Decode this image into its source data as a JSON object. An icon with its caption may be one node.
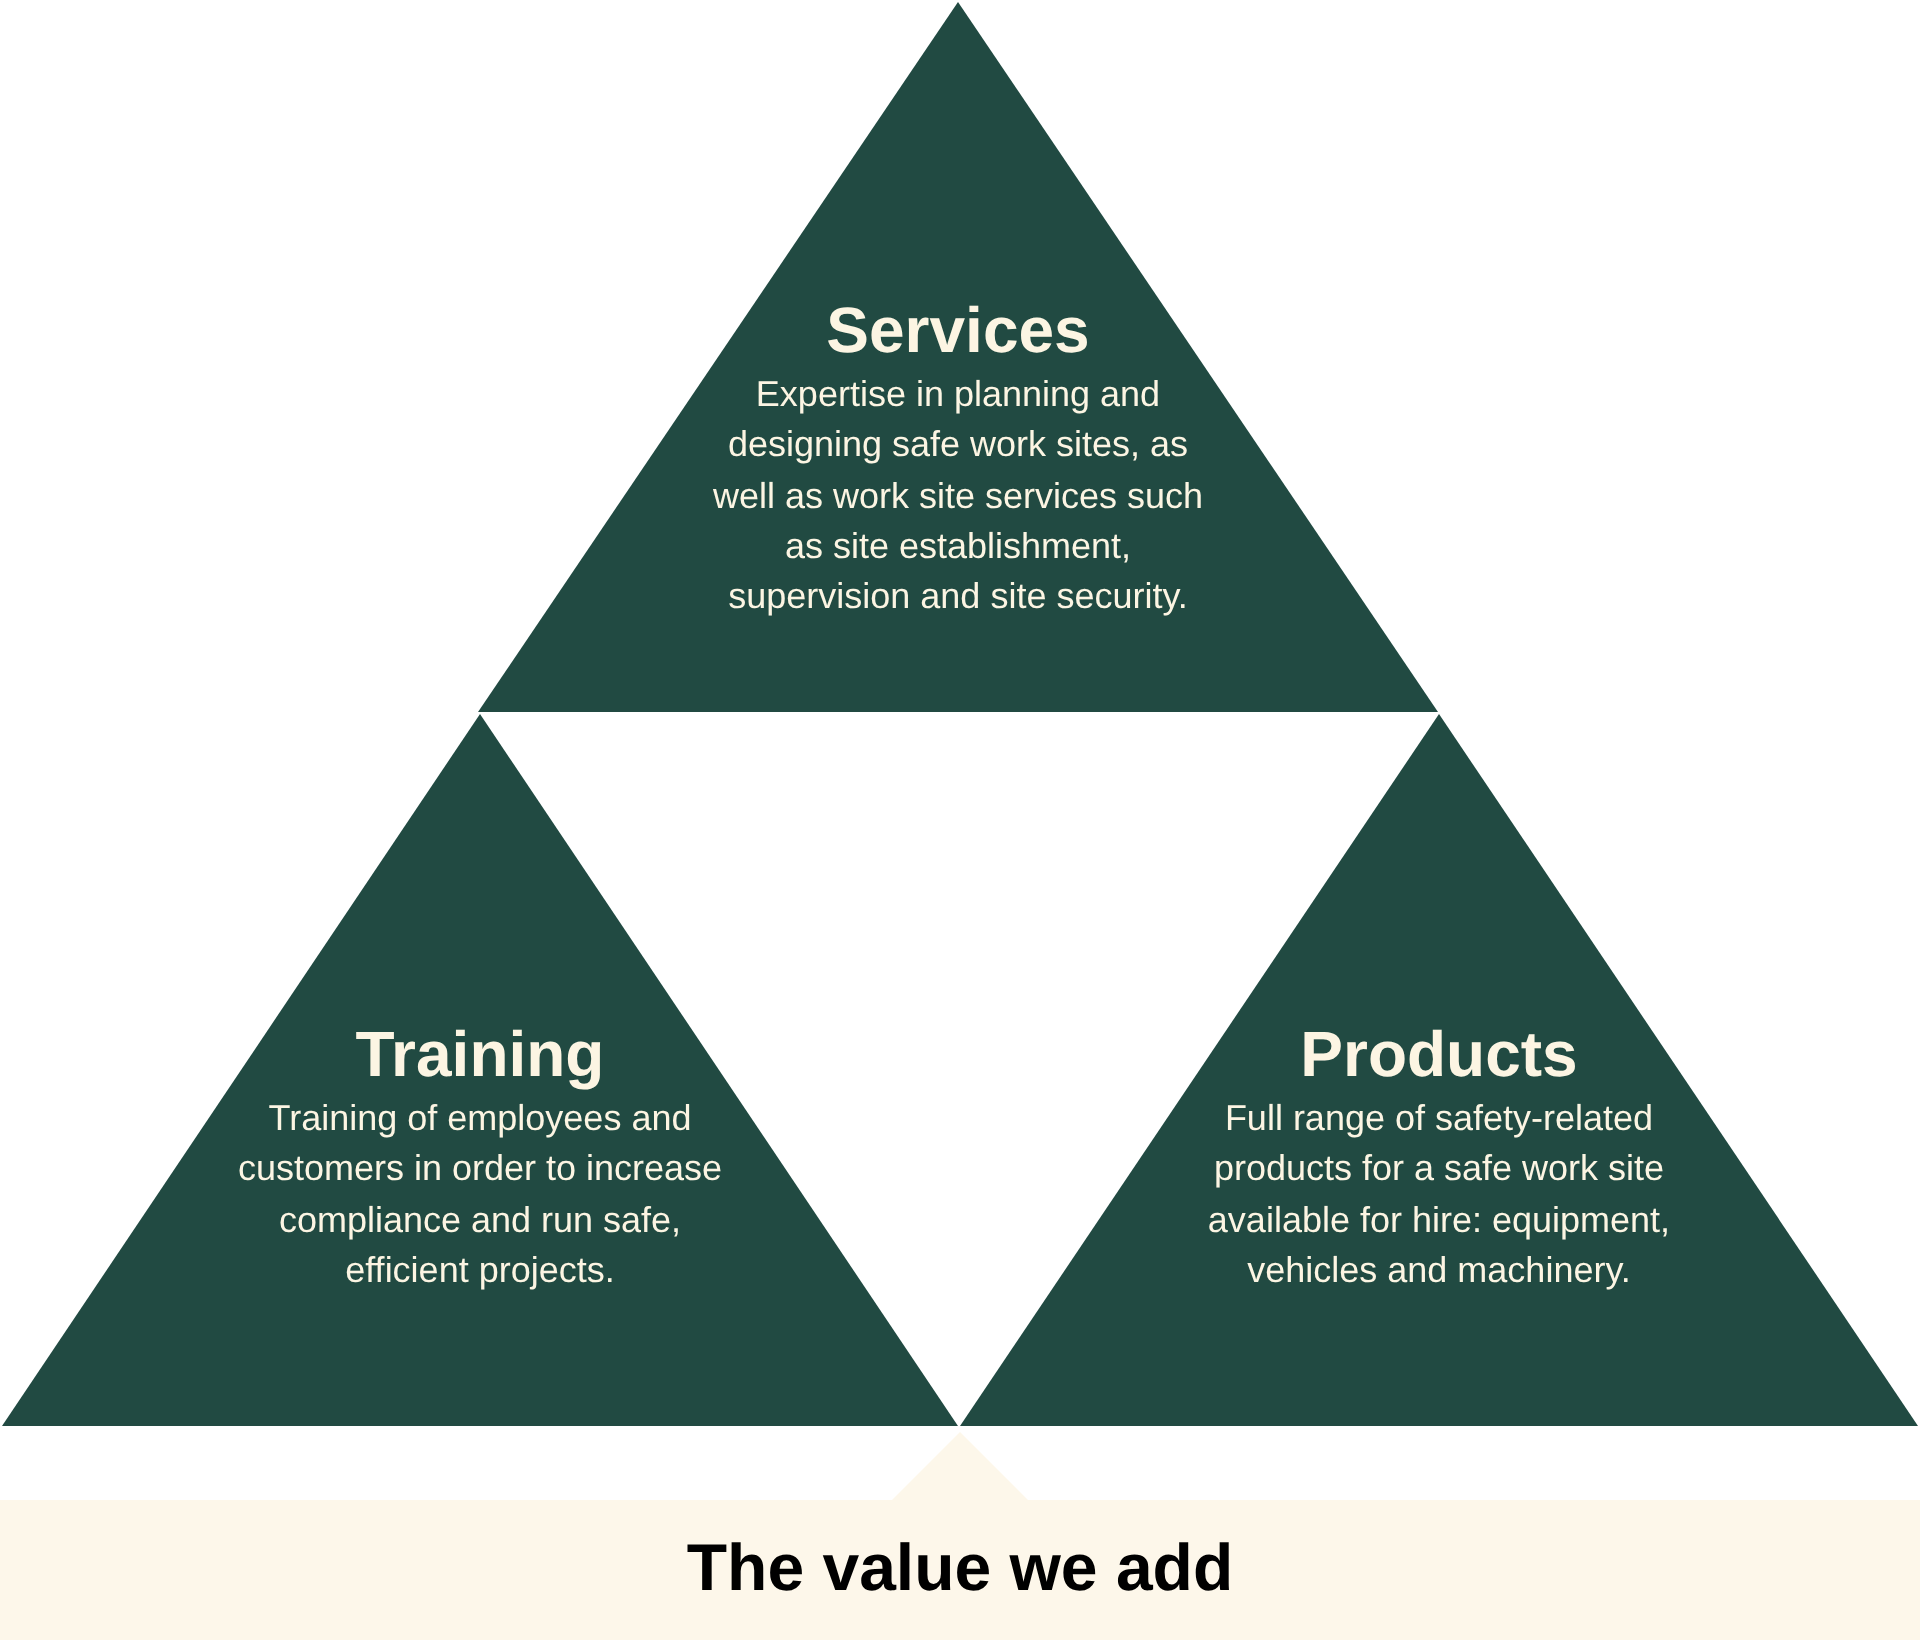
{
  "diagram": {
    "nodes": [
      {
        "text": [
          "Services",
          "Expertise in planning and designing safe work sites, as well as work site services such as site establishment, supervision and site security."
        ]
      },
      {
        "text": [
          "Training",
          "Training of employees and customers in order to increase compliance and run safe, efficient projects."
        ]
      },
      {
        "text": [
          "Products",
          "Full range of safety-related products for a safe work site available for hire: equipment, vehicles and machinery."
        ]
      },
      {
        "text": [
          "The value we add"
        ]
      }
    ]
  }
}
